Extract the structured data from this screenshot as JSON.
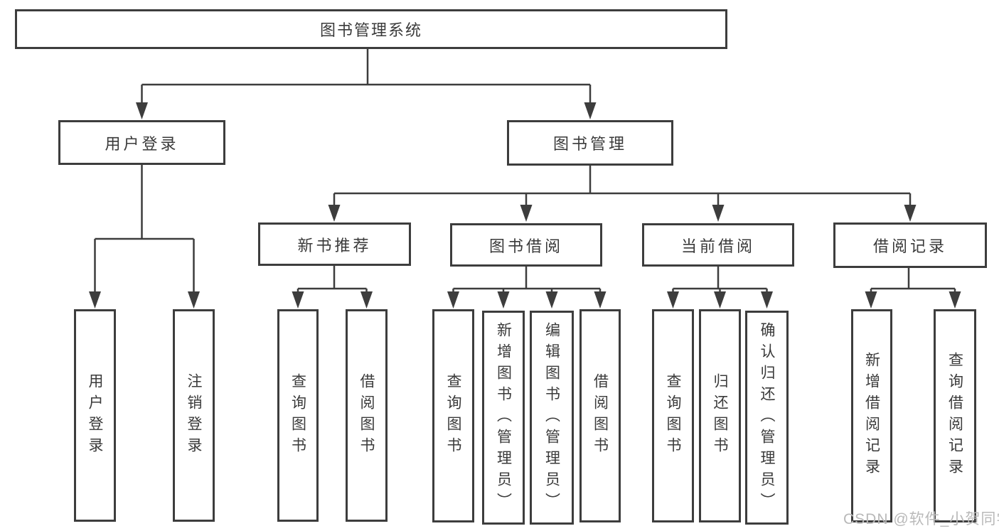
{
  "diagram": {
    "root": "图书管理系统",
    "branches": [
      "用户登录",
      "图书管理"
    ],
    "modules": [
      "新书推荐",
      "图书借阅",
      "当前借阅",
      "借阅记录"
    ],
    "leaves": [
      "用户登录",
      "注销登录",
      "查询图书",
      "借阅图书",
      "查询图书",
      "新增图书（管理员）",
      "编辑图书（管理员）",
      "借阅图书",
      "查询图书",
      "归还图书",
      "确认归还（管理员）",
      "新增借阅记录",
      "查询借阅记录"
    ]
  },
  "watermark": "CSDN @软件_小贺同学",
  "colors": {
    "line": "#3d3d3d",
    "text": "#3a3a3a",
    "background": "#ffffff",
    "watermark": "#b9b9b9"
  }
}
